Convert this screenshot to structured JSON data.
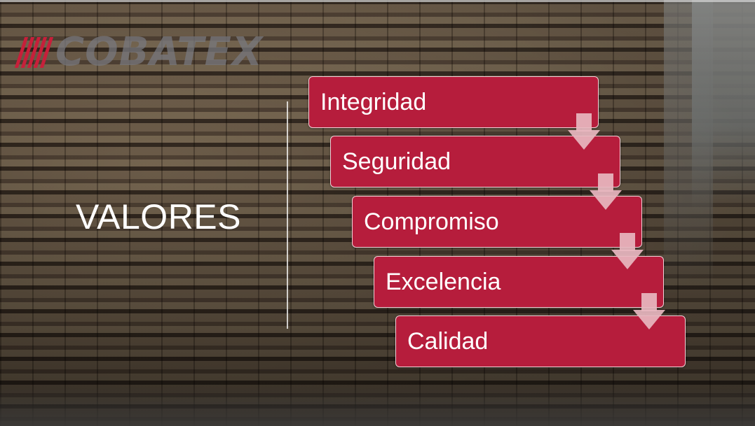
{
  "logo": {
    "text": "COBATEX",
    "stripe_count": 5,
    "stripe_color": "#c71f3a"
  },
  "slide": {
    "title": "VALORES"
  },
  "values": [
    {
      "label": "Integridad"
    },
    {
      "label": "Seguridad"
    },
    {
      "label": "Compromiso"
    },
    {
      "label": "Excelencia"
    },
    {
      "label": "Calidad"
    }
  ],
  "colors": {
    "value_box": "#b61d3c",
    "arrow": "#e8b7c0",
    "title": "#ffffff"
  },
  "icons": {
    "arrow": "arrow-down-icon",
    "logo_mark": "logo-stripes-icon"
  }
}
